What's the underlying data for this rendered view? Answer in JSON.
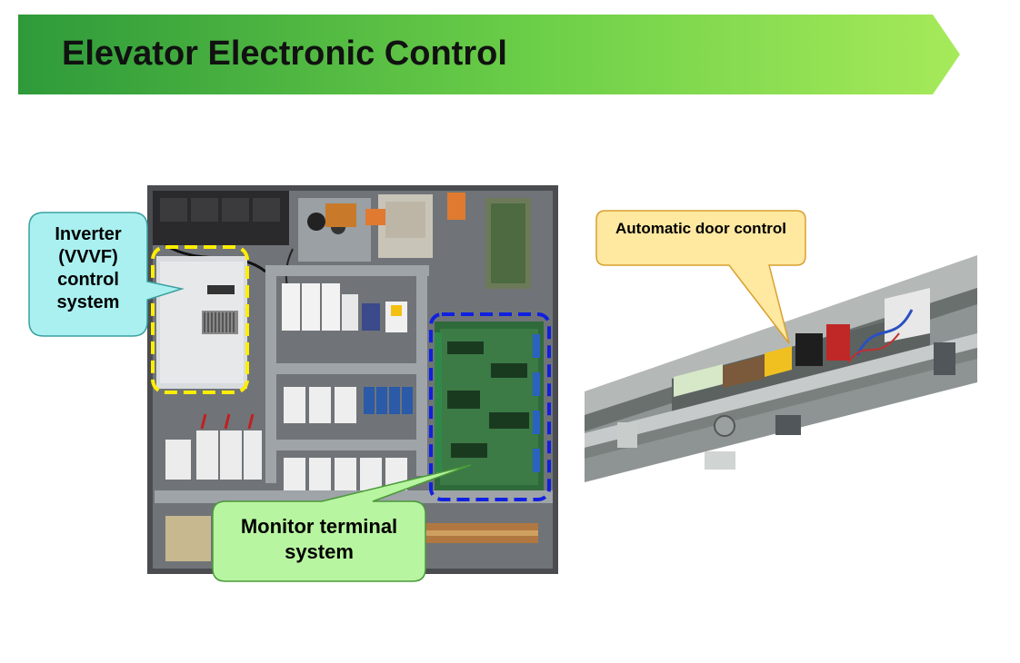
{
  "slide": {
    "title": "Elevator Electronic Control"
  },
  "callouts": {
    "inverter": "Inverter (VVVF) control system",
    "monitor": "Monitor terminal system",
    "door": "Automatic door control"
  },
  "colors": {
    "banner_dark": "#2e9a3a",
    "banner_light": "#a6ea5a",
    "inverter_fill": "#aaf0f0",
    "inverter_stroke": "#3aa0a0",
    "monitor_fill": "#b8f5a0",
    "monitor_stroke": "#4a9a3a",
    "door_fill": "#ffe8a0",
    "door_stroke": "#d8a030",
    "highlight_yellow": "#ffee00",
    "highlight_blue": "#1020e0"
  },
  "images": {
    "control_panel": "elevator-control-cabinet-photo",
    "door_operator": "automatic-door-operator-photo"
  }
}
